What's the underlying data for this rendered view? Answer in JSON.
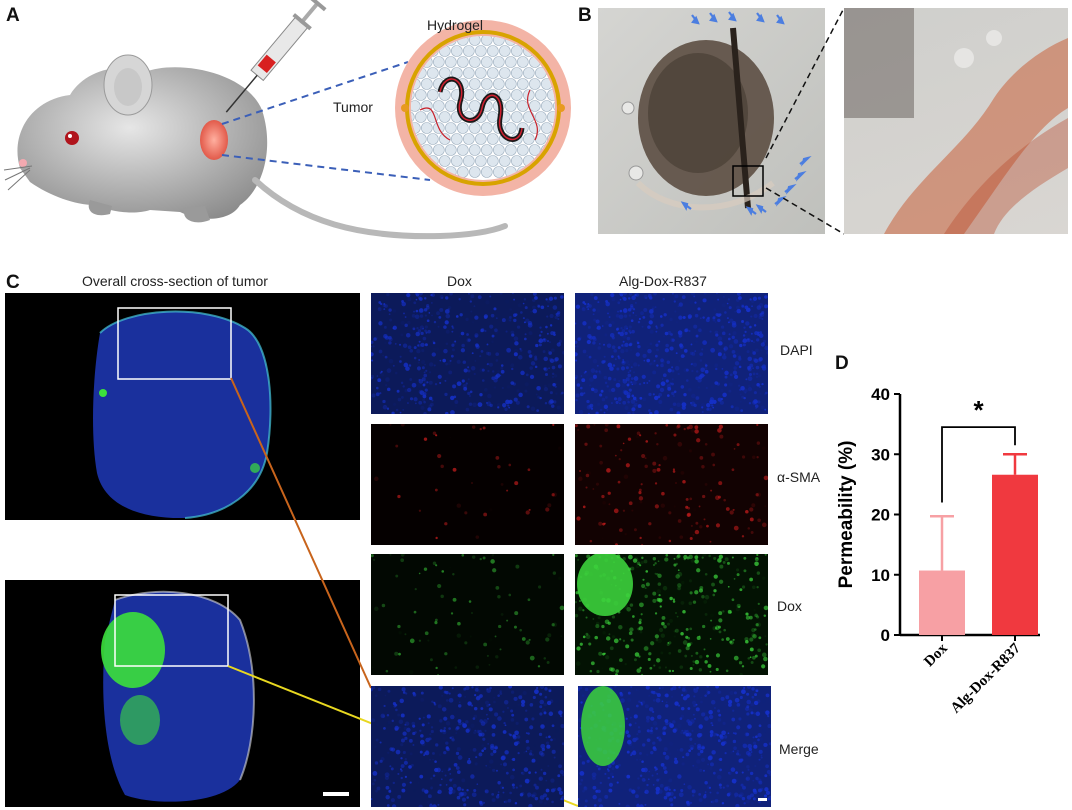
{
  "panels": {
    "a": {
      "label": "A",
      "hydrogel_label": "Hydrogel",
      "tumor_label": "Tumor"
    },
    "b": {
      "label": "B"
    },
    "c": {
      "label": "C",
      "overall_title": "Overall cross-section of tumor",
      "col_dox": "Dox",
      "col_alg": "Alg-Dox-R837",
      "row_dapi": "DAPI",
      "row_sma": "α-SMA",
      "row_dox": "Dox",
      "row_merge": "Merge"
    },
    "d": {
      "label": "D"
    }
  },
  "colors": {
    "dapi": "#1530c8",
    "sma": "#d21e1e",
    "dox": "#3cd23c",
    "bar_dox": "#f7a0a4",
    "bar_alg": "#f0393f",
    "hydrogel_ring": "#f0b8ac",
    "tissue_brown": "#5a4a3e"
  },
  "chart_data": {
    "type": "bar",
    "categories": [
      "Dox",
      "Alg-Dox-R837"
    ],
    "values": [
      10.7,
      26.6
    ],
    "errors": [
      9.0,
      3.4
    ],
    "ylabel": "Permeability (%)",
    "ylim": [
      0,
      40
    ],
    "yticks": [
      "0",
      "10",
      "20",
      "30",
      "40"
    ],
    "significance": "*"
  }
}
